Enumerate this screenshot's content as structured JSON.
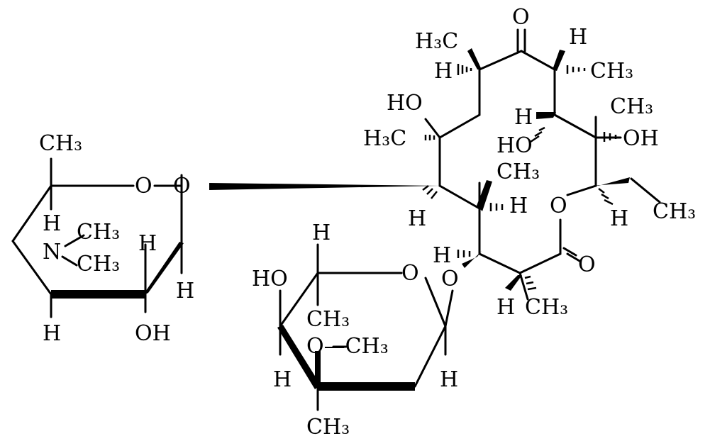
{
  "diagram": {
    "type": "chemical-structure",
    "colors": {
      "ink": "#000000",
      "background": "#ffffff"
    },
    "labels": {
      "desosamine_ch3": "CH₃",
      "desosamine_ring_o": "O",
      "glycosidic_o": "O",
      "desosamine_h_c5": "H",
      "nme_top": "CH₃",
      "nme_n": "N",
      "nme_bottom": "CH₃",
      "desosamine_h_c3": "H",
      "desosamine_h_c1": "H",
      "desosamine_h_bottom": "H",
      "desosamine_oh": "OH",
      "ketone_o": "O",
      "c8_ch3": "H₃C",
      "c8_h": "H",
      "c10_h": "H",
      "c10_ch3": "CH₃",
      "c6_oh": "HO",
      "c6_ch3": "H₃C",
      "c11_h": "H",
      "c11_oh": "HO",
      "c12_ch3": "CH₃",
      "c12_oh": "OH",
      "c4_ch3": "CH₃",
      "c4_h": "H",
      "c5_h": "H",
      "lactone_ring_o": "O",
      "c13_h": "H",
      "ethyl_ch3": "CH₃",
      "c3_h": "H",
      "c3_o": "O",
      "carbonyl_o": "O",
      "c2_h": "H",
      "c2_ch3": "CH₃",
      "cladinose_h_top": "H",
      "cladinose_ho": "HO",
      "cladinose_ring_o": "O",
      "cladinose_ch3_mid": "CH₃",
      "cladinose_ome": "O—CH₃",
      "cladinose_h_left": "H",
      "cladinose_h_right": "H",
      "cladinose_ch3_bottom": "CH₃"
    }
  }
}
